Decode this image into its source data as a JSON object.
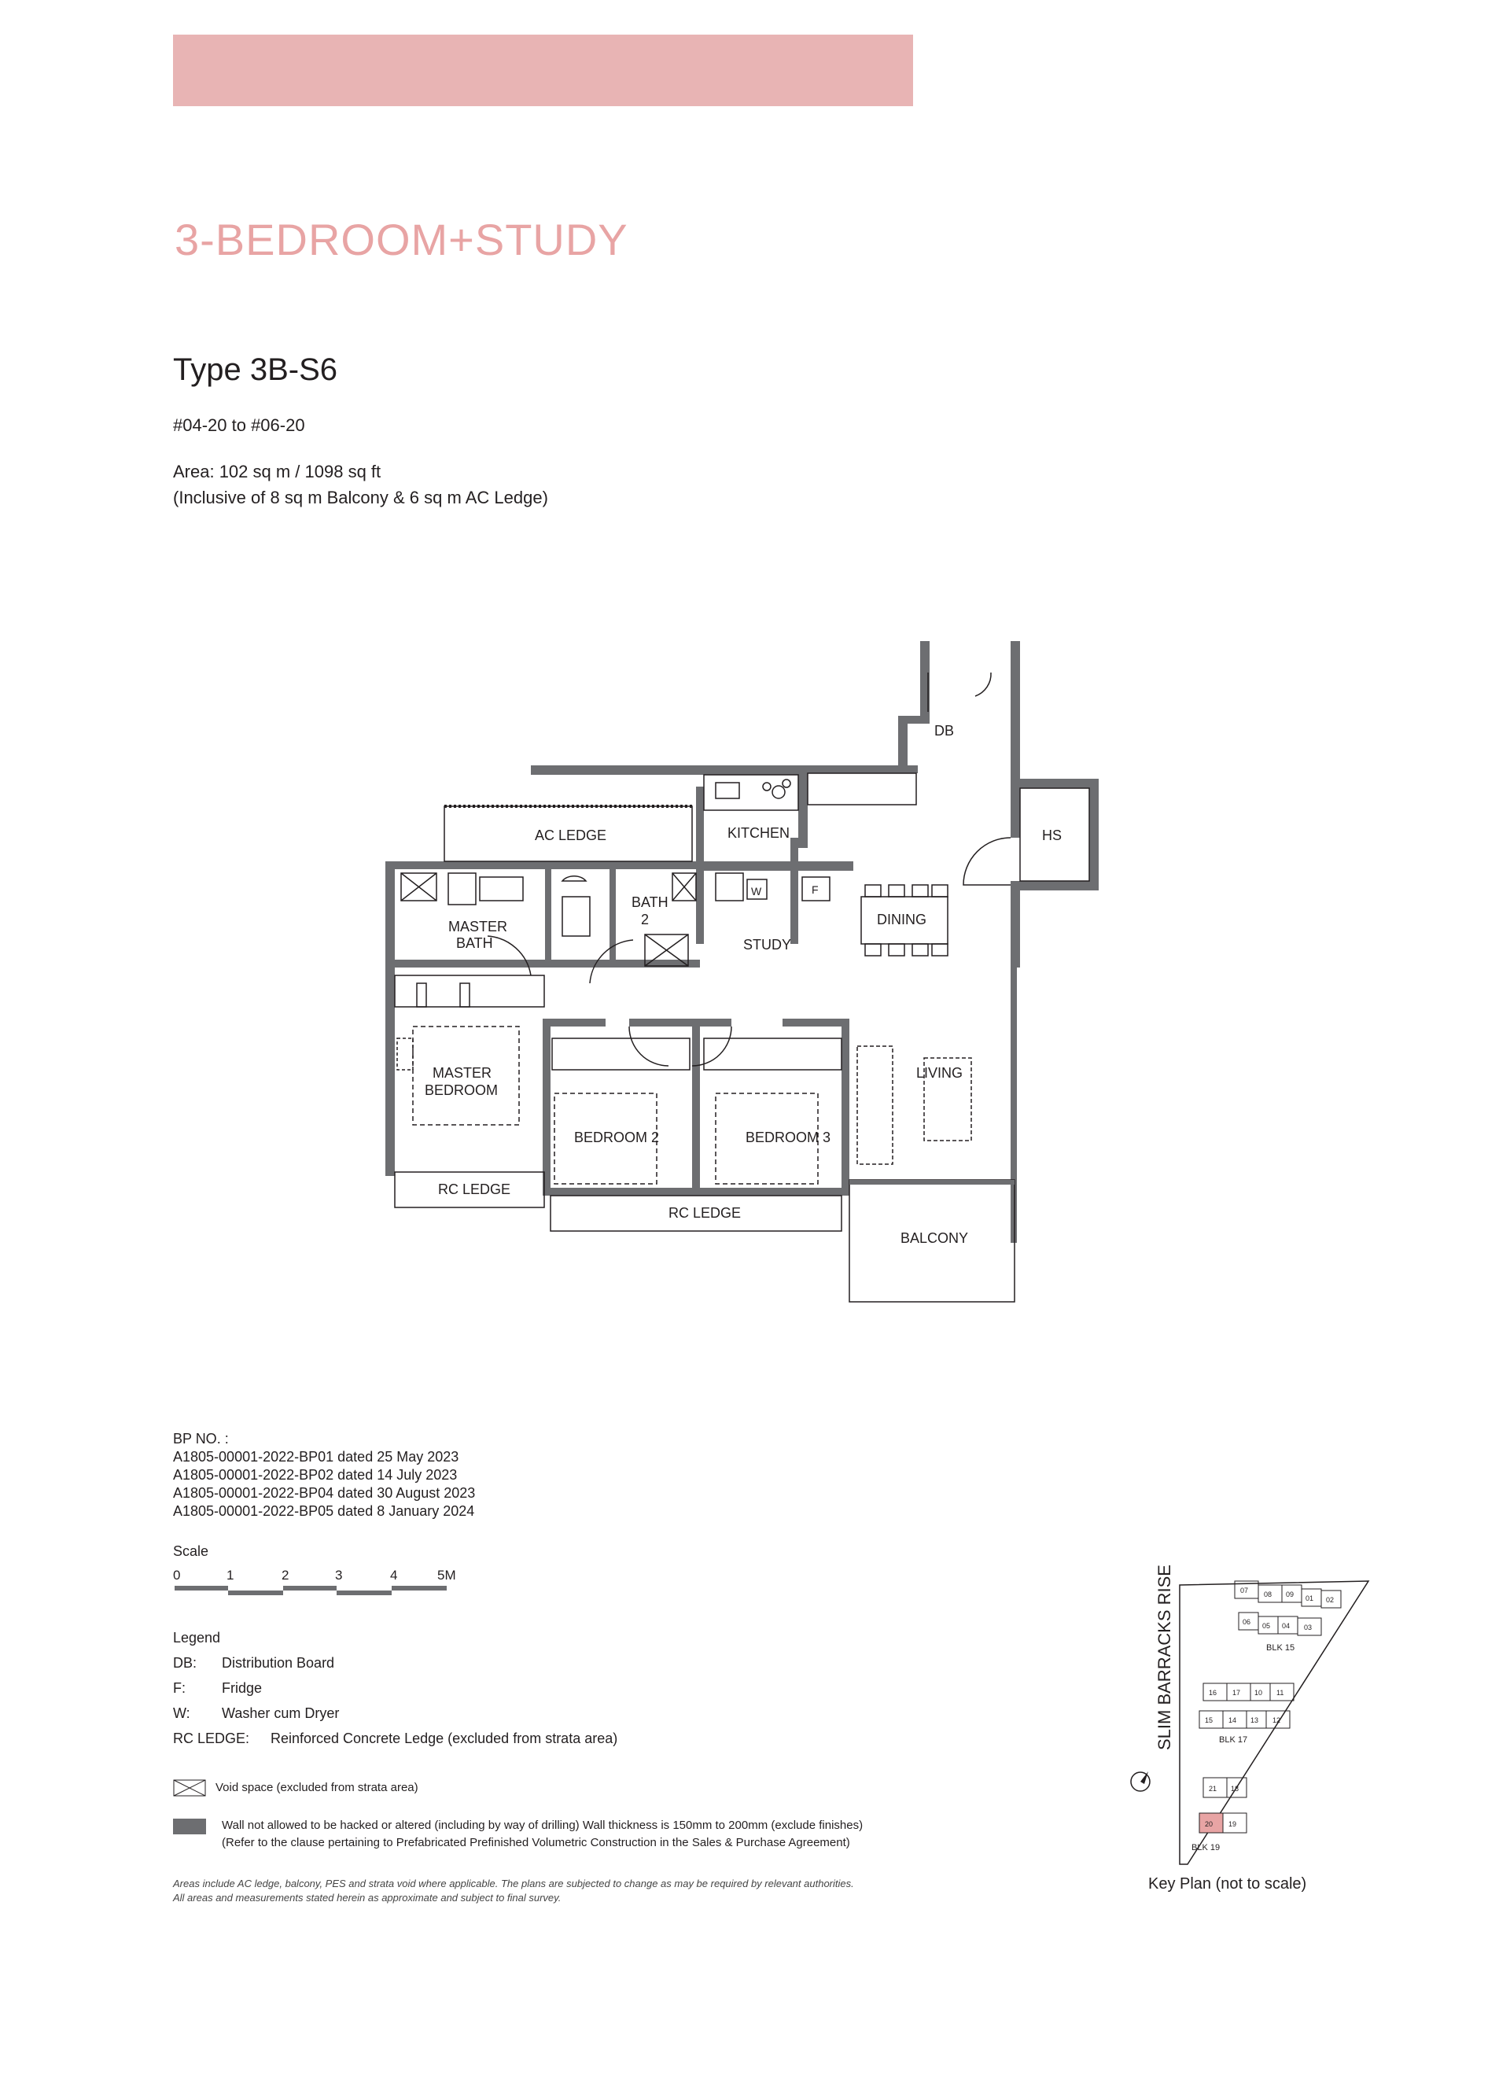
{
  "header": {
    "category": "3-BEDROOM+STUDY",
    "type_title": "Type 3B-S6",
    "units": "#04-20 to #06-20",
    "area_line": "Area: 102 sq m / 1098 sq ft",
    "area_note": "(Inclusive of 8 sq m Balcony & 6 sq m AC Ledge)"
  },
  "plan_labels": {
    "db": "DB",
    "hs": "HS",
    "ac_ledge": "AC LEDGE",
    "kitchen": "KITCHEN",
    "w": "W",
    "f": "F",
    "bath2": "BATH",
    "bath2_num": "2",
    "master_bath": "MASTER",
    "master_bath_2": "BATH",
    "study": "STUDY",
    "dining": "DINING",
    "living": "LIVING",
    "master_bedroom": "MASTER",
    "master_bedroom_2": "BEDROOM",
    "bedroom2": "BEDROOM 2",
    "bedroom3": "BEDROOM 3",
    "rc_ledge_left": "RC LEDGE",
    "rc_ledge_bottom": "RC LEDGE",
    "balcony": "BALCONY"
  },
  "bp": {
    "title": "BP NO. :",
    "lines": [
      "A1805-00001-2022-BP01 dated 25 May 2023",
      "A1805-00001-2022-BP02 dated 14 July 2023",
      "A1805-00001-2022-BP04 dated 30 August 2023",
      "A1805-00001-2022-BP05 dated 8 January 2024"
    ]
  },
  "scale": {
    "label": "Scale",
    "ticks": [
      "0",
      "1",
      "2",
      "3",
      "4",
      "5M"
    ]
  },
  "legend": {
    "title": "Legend",
    "items": [
      {
        "key": "DB:",
        "value": "Distribution Board"
      },
      {
        "key": "F:",
        "value": "Fridge"
      },
      {
        "key": "W:",
        "value": "Washer cum Dryer"
      },
      {
        "key": "RC LEDGE:",
        "value": "Reinforced Concrete Ledge (excluded from strata area)"
      }
    ],
    "void": "Void space (excluded from strata area)",
    "wall_line1": "Wall not allowed to be hacked or altered (including by way of drilling) Wall thickness is 150mm to 200mm (exclude finishes)",
    "wall_line2": "(Refer to the clause pertaining to Prefabricated Prefinished Volumetric Construction in the Sales & Purchase Agreement)"
  },
  "notes": {
    "line1": "Areas include AC ledge, balcony, PES and strata void where applicable. The plans are subjected to change as may be required by relevant authorities.",
    "line2": "All areas and measurements stated herein as approximate and subject to final survey."
  },
  "keyplan": {
    "road": "SLIM BARRACKS RISE",
    "blk15": "BLK 15",
    "blk17": "BLK 17",
    "blk19": "BLK 19",
    "units_15_top": [
      "07",
      "08",
      "09",
      "01",
      "02"
    ],
    "units_15_bottom": [
      "06",
      "05",
      "04",
      "03"
    ],
    "units_17_top": [
      "16",
      "17",
      "10",
      "11"
    ],
    "units_17_bottom": [
      "15",
      "14",
      "13",
      "12"
    ],
    "units_19": [
      "21",
      "18",
      "20",
      "19"
    ],
    "caption": "Key Plan (not to scale)",
    "highlight_color": "#e8a4a4"
  },
  "colors": {
    "banner": "#e8b4b4",
    "heading": "#e8a4a4",
    "wall": "#6d6e71"
  }
}
